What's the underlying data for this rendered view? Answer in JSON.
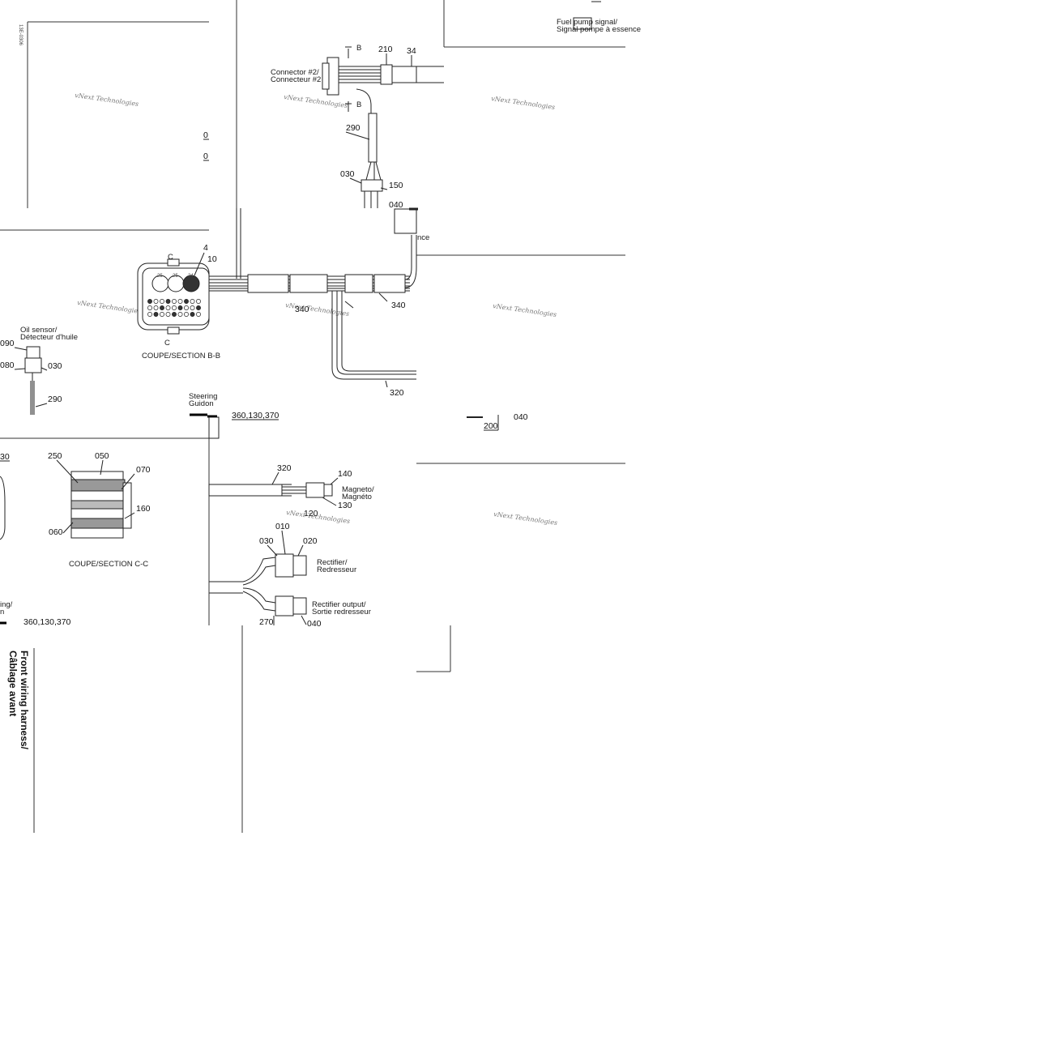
{
  "doc_code": "13E-0306",
  "watermark": "vNext Technologies",
  "title_line1": "Front wiring harness/",
  "title_line2": "Câblage avant",
  "sections": {
    "b": "COUPE/SECTION B-B",
    "c": "COUPE/SECTION C-C",
    "b_marker": "B",
    "c_marker": "C"
  },
  "labels": {
    "connector2_en": "Connector #2/",
    "connector2_fr": "Connecteur #2",
    "fuel_pump_en": "Fuel pump signal/",
    "fuel_pump_fr": "Signal pompe à essence",
    "oil_en": "Oil sensor/",
    "oil_fr": "Détecteur d'huile",
    "steering_en": "Steering",
    "steering_fr": "Guidon",
    "magneto_en": "Magneto/",
    "magneto_fr": "Magnéto",
    "rectifier_en": "Rectifier/",
    "rectifier_fr": "Redresseur",
    "rect_out_en": "Rectifier output/",
    "rect_out_fr": "Sortie redresseur",
    "bottom_left_en": "ing/",
    "bottom_left_fr": "n",
    "ground_suffix": "nce"
  },
  "numbers": {
    "n210": "210",
    "n34": "34",
    "n290a": "290",
    "n030a": "030",
    "n150": "150",
    "n040a": "040",
    "n0a": "0",
    "n0b": "0",
    "n4": "4",
    "n10": "10",
    "n340a": "340",
    "n340b": "340",
    "n320a": "320",
    "n090": "090",
    "n080": "080",
    "n030b": "030",
    "n290b": "290",
    "n360": "360,130,370",
    "n200": "200",
    "n040b": "040",
    "n30": "30",
    "n250": "250",
    "n050": "050",
    "n070": "070",
    "n160": "160",
    "n060": "060",
    "n320b": "320",
    "n140": "140",
    "n130": "130",
    "n120": "120",
    "n010": "010",
    "n030c": "030",
    "n020": "020",
    "n270": "270",
    "n040c": "040",
    "n360b": "360,130,370",
    "pin_a": "25",
    "pin_b": "25",
    "pin_c": "24"
  }
}
